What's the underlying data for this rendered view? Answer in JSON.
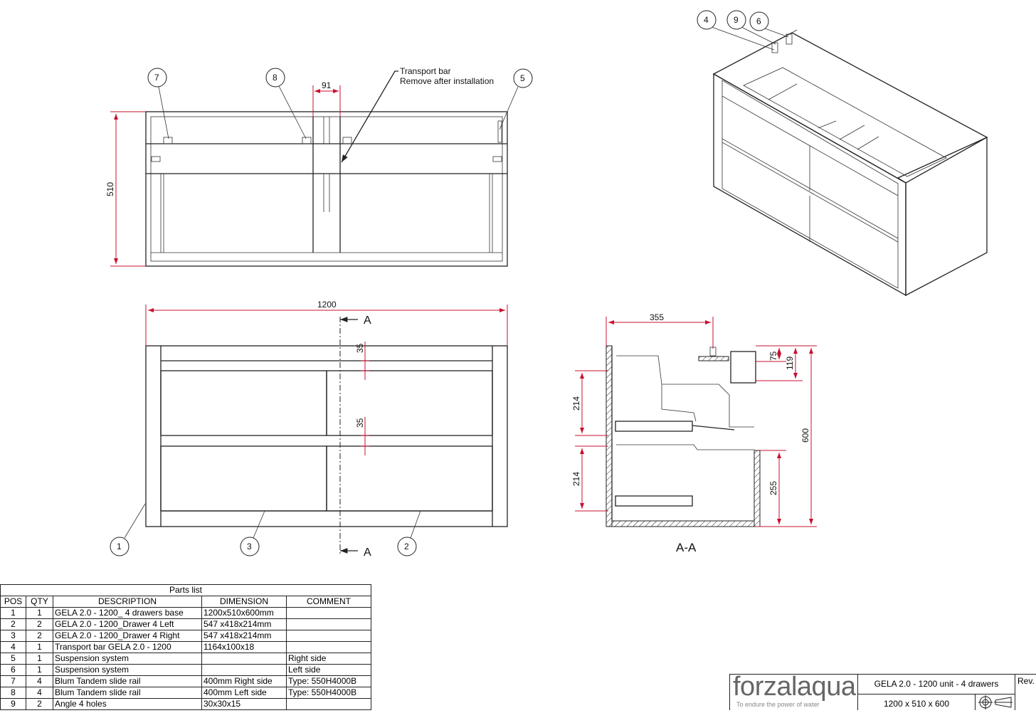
{
  "views": {
    "top_view": {
      "dim_height": "510",
      "dim_gap": "91",
      "note_line1": "Transport bar",
      "note_line2": "Remove after installation",
      "balloons": [
        "7",
        "8",
        "5"
      ]
    },
    "front_view": {
      "dim_width": "1200",
      "dim_gap_top": "35",
      "dim_gap_mid": "35",
      "section_marker_top": "A",
      "section_marker_bottom": "A",
      "balloons": [
        "1",
        "3",
        "2"
      ]
    },
    "section_view": {
      "label": "A-A",
      "dim_depth": "355",
      "dim_drawer_top": "214",
      "dim_drawer_bottom": "214",
      "dim_75": "75",
      "dim_119": "119",
      "dim_height": "600",
      "dim_255": "255"
    },
    "iso_view": {
      "balloons": [
        "4",
        "9",
        "6"
      ]
    }
  },
  "parts_list": {
    "title": "Parts list",
    "headers": [
      "POS",
      "QTY",
      "DESCRIPTION",
      "DIMENSION",
      "COMMENT"
    ],
    "rows": [
      [
        "1",
        "1",
        "GELA 2.0 - 1200_ 4 drawers base",
        "1200x510x600mm",
        ""
      ],
      [
        "2",
        "2",
        "GELA 2.0 - 1200_Drawer 4 Left",
        "547 x418x214mm",
        ""
      ],
      [
        "3",
        "2",
        "GELA 2.0 - 1200_Drawer 4 Right",
        "547 x418x214mm",
        ""
      ],
      [
        "4",
        "1",
        "Transport bar GELA 2.0 - 1200",
        "1164x100x18",
        ""
      ],
      [
        "5",
        "1",
        "Suspension system",
        "",
        "Right side"
      ],
      [
        "6",
        "1",
        "Suspension system",
        "",
        "Left side"
      ],
      [
        "7",
        "4",
        "Blum Tandem slide rail",
        "400mm Right side",
        "Type: 550H4000B"
      ],
      [
        "8",
        "4",
        "Blum Tandem slide rail",
        "400mm Left side",
        "Type: 550H4000B"
      ],
      [
        "9",
        "2",
        "Angle 4 holes",
        "30x30x15",
        ""
      ]
    ]
  },
  "title_block": {
    "logo_text": "forzalaqua",
    "logo_tagline": "To endure the power of water",
    "title": "GELA 2.0 - 1200 unit - 4 drawers",
    "dimensions": "1200 x 510 x 600",
    "rev_label": "Rev.",
    "projection_symbol": "first-angle-projection-icon"
  },
  "colors": {
    "dimension": "#c8102e",
    "line": "#222222"
  }
}
